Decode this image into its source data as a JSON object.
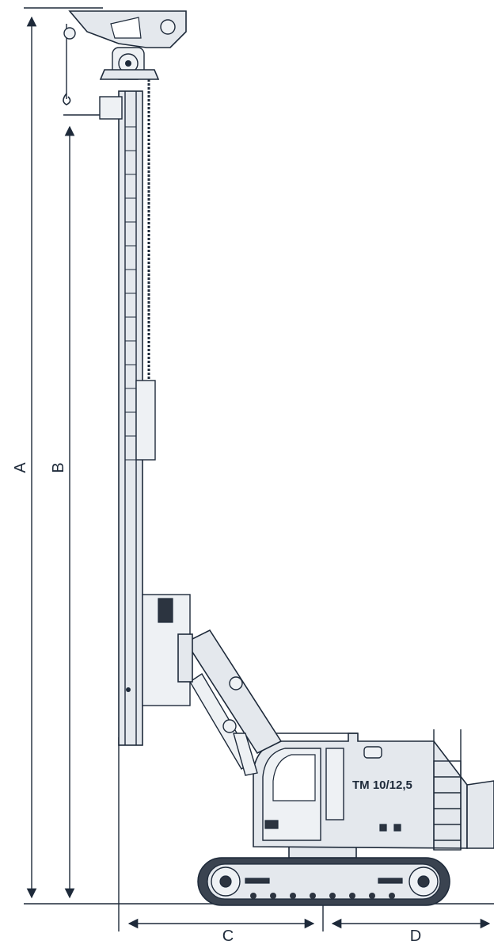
{
  "dimensions": {
    "a_label": "A",
    "b_label": "B",
    "c_label": "C",
    "d_label": "D"
  },
  "machine": {
    "model_label": "TM 10/12,5"
  },
  "colors": {
    "ink": "#1e2a3a",
    "body": "#e4e8ed"
  }
}
